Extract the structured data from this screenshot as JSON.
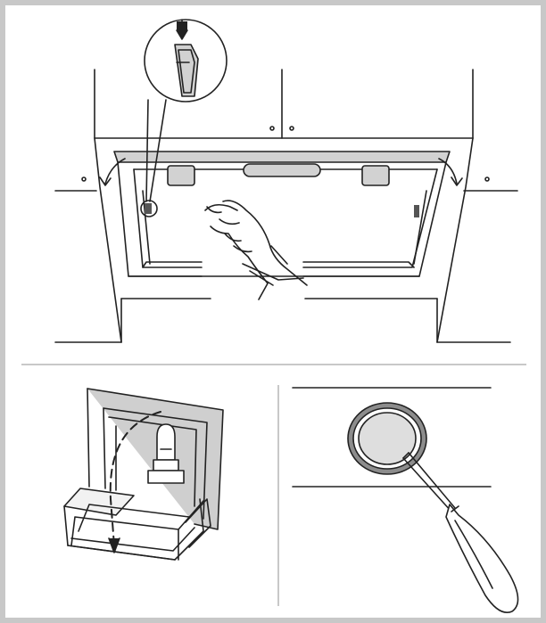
{
  "figure": {
    "panels": [
      {
        "id": "hood-installation",
        "icon": "hand-with-tool-icon"
      },
      {
        "id": "lamp-replacement",
        "icon": "halogen-bulb-icon"
      },
      {
        "id": "led-removal",
        "icon": "screwdriver-icon"
      }
    ],
    "colors": {
      "frame": "#c8c8c8",
      "line": "#222222",
      "hood_panel": "#d2d2d2",
      "lens": "#dedede"
    }
  }
}
